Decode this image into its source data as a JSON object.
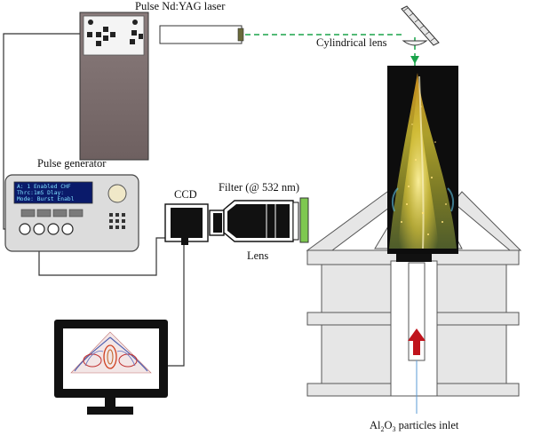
{
  "labels": {
    "laser": "Pulse Nd:YAG laser",
    "cylindrical_lens": "Cylindrical lens",
    "pulse_generator": "Pulse generator",
    "ccd": "CCD",
    "filter": "Filter (@ 532 nm)",
    "lens": "Lens",
    "inlet_prefix": "Al",
    "inlet_sub1": "2",
    "inlet_mid": "O",
    "inlet_sub2": "3",
    "inlet_suffix": " particles inlet"
  },
  "pulse_generator_display": {
    "line1": "A: 1 Enabled  CHF",
    "line2": "Thrc:1mS  Dlay:",
    "line3": "Mode: Burst Enabl"
  },
  "colors": {
    "laser_beam": "#1aa34a",
    "wire": "#333333",
    "filter": "#7ec850",
    "laser_housing": "#7b6d6d",
    "flame": "#b8a020",
    "inlet_arrow": "#c0141c"
  }
}
